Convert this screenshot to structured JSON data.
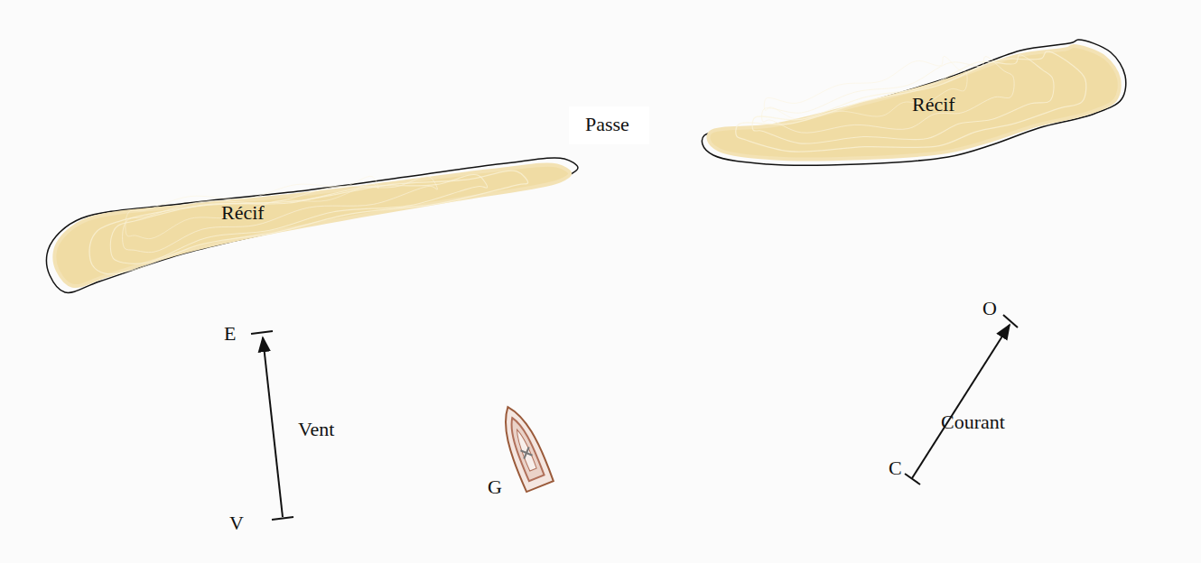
{
  "diagram": {
    "nodes": [
      {
        "text": [
          "Récif"
        ]
      },
      {
        "text": [
          "Récif"
        ]
      }
    ],
    "labels": [
      "Passe",
      "E",
      "Vent",
      "V",
      "G",
      "O",
      "Courant",
      "C"
    ]
  }
}
